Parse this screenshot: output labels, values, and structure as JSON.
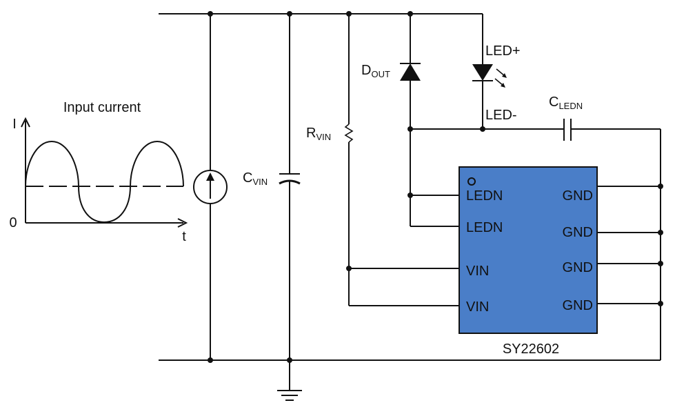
{
  "diagram": {
    "title": "",
    "waveform": {
      "title": "Input current",
      "y_axis_label": "I",
      "origin_label": "0",
      "x_axis_label": "t"
    },
    "components": {
      "cvin": {
        "main": "C",
        "sub": "VIN"
      },
      "rvin": {
        "main": "R",
        "sub": "VIN"
      },
      "dout": {
        "main": "D",
        "sub": "OUT"
      },
      "led_plus": "LED+",
      "led_minus": "LED-",
      "cledn": {
        "main": "C",
        "sub": "LEDN"
      }
    },
    "chip": {
      "name": "SY22602",
      "color": "#4a7ec8",
      "left_pins": [
        "LEDN",
        "LEDN",
        "VIN",
        "VIN"
      ],
      "right_pins": [
        "GND",
        "GND",
        "GND",
        "GND"
      ]
    }
  }
}
